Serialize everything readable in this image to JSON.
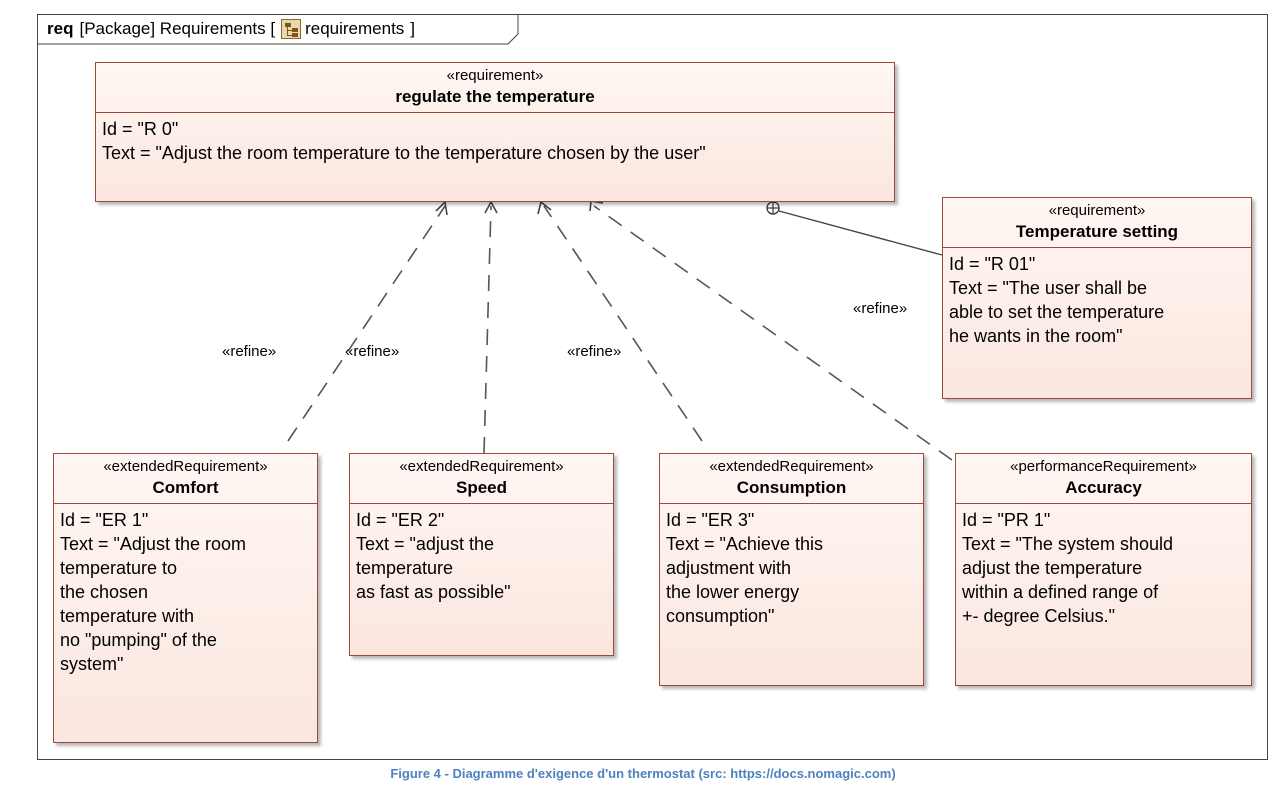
{
  "frame": {
    "keyword": "req",
    "title_prefix": "[Package] Requirements [",
    "diagram_name": "requirements",
    "title_suffix": "]",
    "icon": "package-tree-icon"
  },
  "requirements": {
    "main": {
      "stereotype": "«requirement»",
      "name": "regulate the temperature",
      "id": "Id = \"R 0\"",
      "text": "Text = \"Adjust the room temperature to the temperature chosen by the user\""
    },
    "setting": {
      "stereotype": "«requirement»",
      "name": "Temperature setting",
      "id": "Id = \"R 01\"",
      "text": "Text = \"The user shall be\nable to set the temperature\nhe wants in the room\""
    },
    "comfort": {
      "stereotype": "«extendedRequirement»",
      "name": "Comfort",
      "id": "Id = \"ER 1\"",
      "text": "Text = \"Adjust the room\ntemperature to\nthe chosen\ntemperature with\nno \"pumping\" of the\nsystem\""
    },
    "speed": {
      "stereotype": "«extendedRequirement»",
      "name": "Speed",
      "id": "Id = \"ER 2\"",
      "text": "Text = \"adjust the\ntemperature\nas fast as possible\""
    },
    "consumption": {
      "stereotype": "«extendedRequirement»",
      "name": "Consumption",
      "id": "Id = \"ER 3\"",
      "text": "Text = \"Achieve this\nadjustment with\nthe lower energy\nconsumption\""
    },
    "accuracy": {
      "stereotype": "«performanceRequirement»",
      "name": "Accuracy",
      "id": "Id = \"PR 1\"",
      "text": "Text = \"The system should\nadjust the temperature\nwithin a defined range of\n+- degree Celsius.\""
    }
  },
  "refine_labels": {
    "comfort": "«refine»",
    "speed": "«refine»",
    "consumption": "«refine»",
    "accuracy": "«refine»"
  },
  "caption": "Figure 4 - Diagramme d'exigence d'un thermostat (src: https://docs.nomagic.com)",
  "colors": {
    "box_border": "#9b4a3c",
    "box_fill": "#fbe6df",
    "caption": "#4f81bd"
  }
}
